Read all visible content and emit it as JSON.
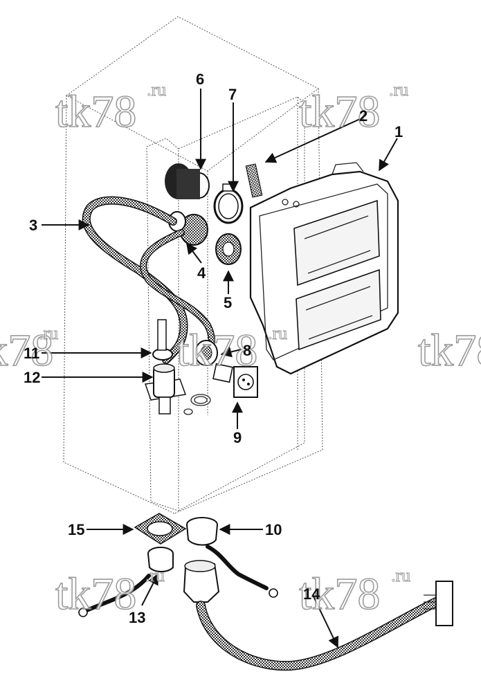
{
  "watermark": {
    "main": "tk78",
    "sup": ".ru"
  },
  "callouts": [
    {
      "id": "1",
      "text": "1"
    },
    {
      "id": "2",
      "text": "2"
    },
    {
      "id": "3",
      "text": "3"
    },
    {
      "id": "4",
      "text": "4"
    },
    {
      "id": "5",
      "text": "5"
    },
    {
      "id": "6",
      "text": "6"
    },
    {
      "id": "7",
      "text": "7"
    },
    {
      "id": "8",
      "text": "8"
    },
    {
      "id": "9",
      "text": "9"
    },
    {
      "id": "10",
      "text": "10"
    },
    {
      "id": "11",
      "text": "11"
    },
    {
      "id": "12",
      "text": "12"
    },
    {
      "id": "13",
      "text": "13"
    },
    {
      "id": "14",
      "text": "14"
    },
    {
      "id": "15",
      "text": "15"
    }
  ],
  "colors": {
    "ink": "#111111",
    "watermark_outline": "#8a8a8a",
    "background": "#ffffff"
  }
}
